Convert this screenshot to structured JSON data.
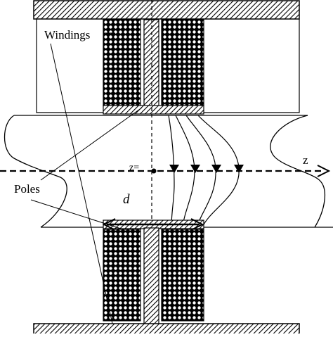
{
  "labels": {
    "windings": "Windings",
    "poles": "Poles",
    "z_eq": "z=",
    "z_axis": "z",
    "gap": "d"
  },
  "colors": {
    "ink": "#000000",
    "background": "#ffffff"
  }
}
